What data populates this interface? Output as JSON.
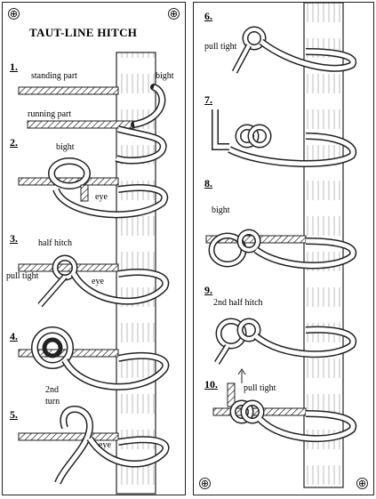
{
  "title": "TAUT-LINE HITCH",
  "plus_marks": [
    "⊕",
    "⊕",
    "⊕",
    "⊕"
  ],
  "steps": [
    {
      "number": "1.",
      "labels": [
        "standing part",
        "running part",
        "bight"
      ]
    },
    {
      "number": "2.",
      "labels": [
        "bight",
        "eye"
      ]
    },
    {
      "number": "3.",
      "labels": [
        "half hitch",
        "pull tight",
        "eye"
      ]
    },
    {
      "number": "4.",
      "labels": []
    },
    {
      "number": "5.",
      "labels": [
        "2nd",
        "turn",
        "eye"
      ]
    },
    {
      "number": "6.",
      "labels": [
        "pull tight"
      ]
    },
    {
      "number": "7.",
      "labels": []
    },
    {
      "number": "8.",
      "labels": [
        "bight"
      ]
    },
    {
      "number": "9.",
      "labels": [
        "2nd half hitch"
      ]
    },
    {
      "number": "10.",
      "labels": [
        "pull tight"
      ]
    }
  ]
}
